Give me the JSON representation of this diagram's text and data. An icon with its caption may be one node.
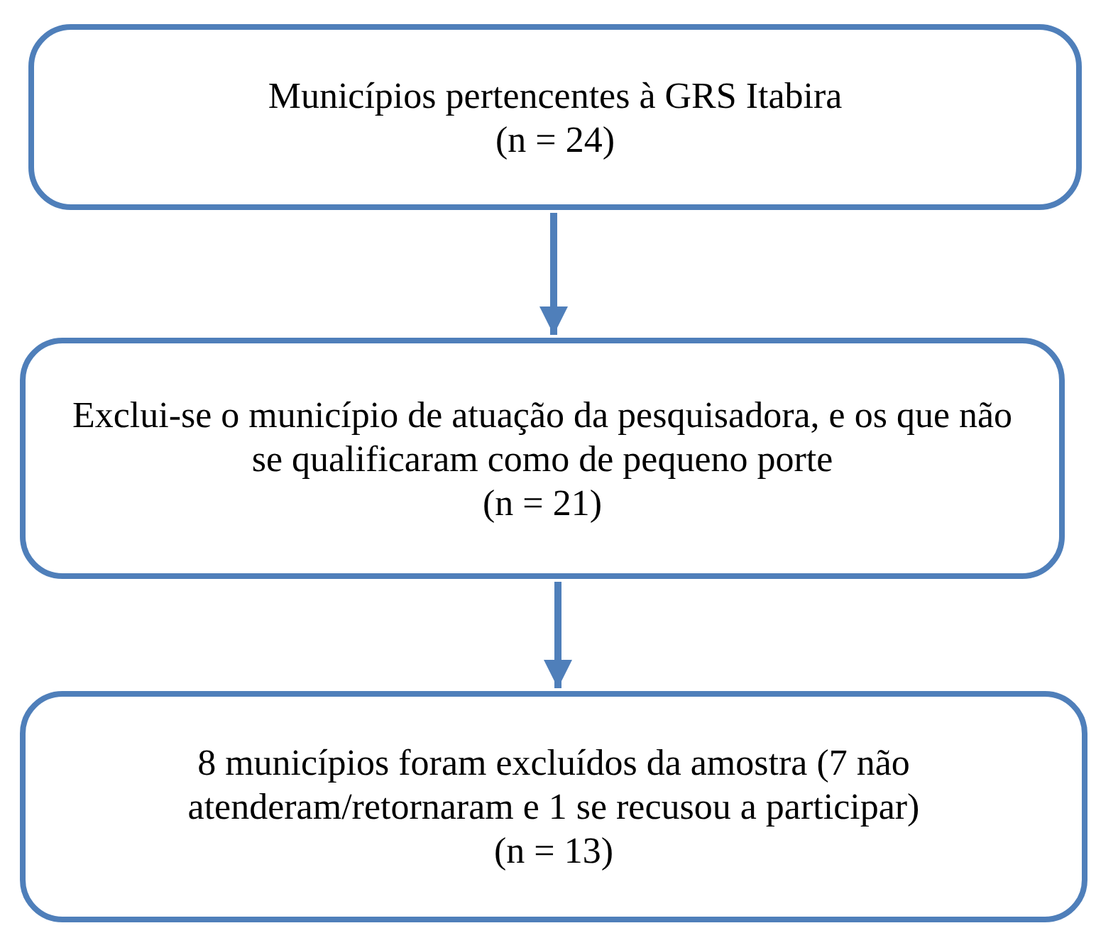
{
  "diagram": {
    "nodes": [
      {
        "text": [
          "Municípios pertencentes à GRS Itabira",
          "(n = 24)"
        ]
      },
      {
        "text": [
          "Exclui-se o município de atuação da pesquisadora, e os que não se qualificaram como de pequeno porte",
          "(n = 21)"
        ]
      },
      {
        "text": [
          "8 municípios foram excluídos da amostra (7 não atenderam/retornaram e 1 se recusou a participar)",
          "(n = 13)"
        ]
      }
    ],
    "edges": [
      {
        "from": 0,
        "to": 1,
        "arrow": "to"
      },
      {
        "from": 1,
        "to": 2,
        "arrow": "to"
      }
    ]
  }
}
